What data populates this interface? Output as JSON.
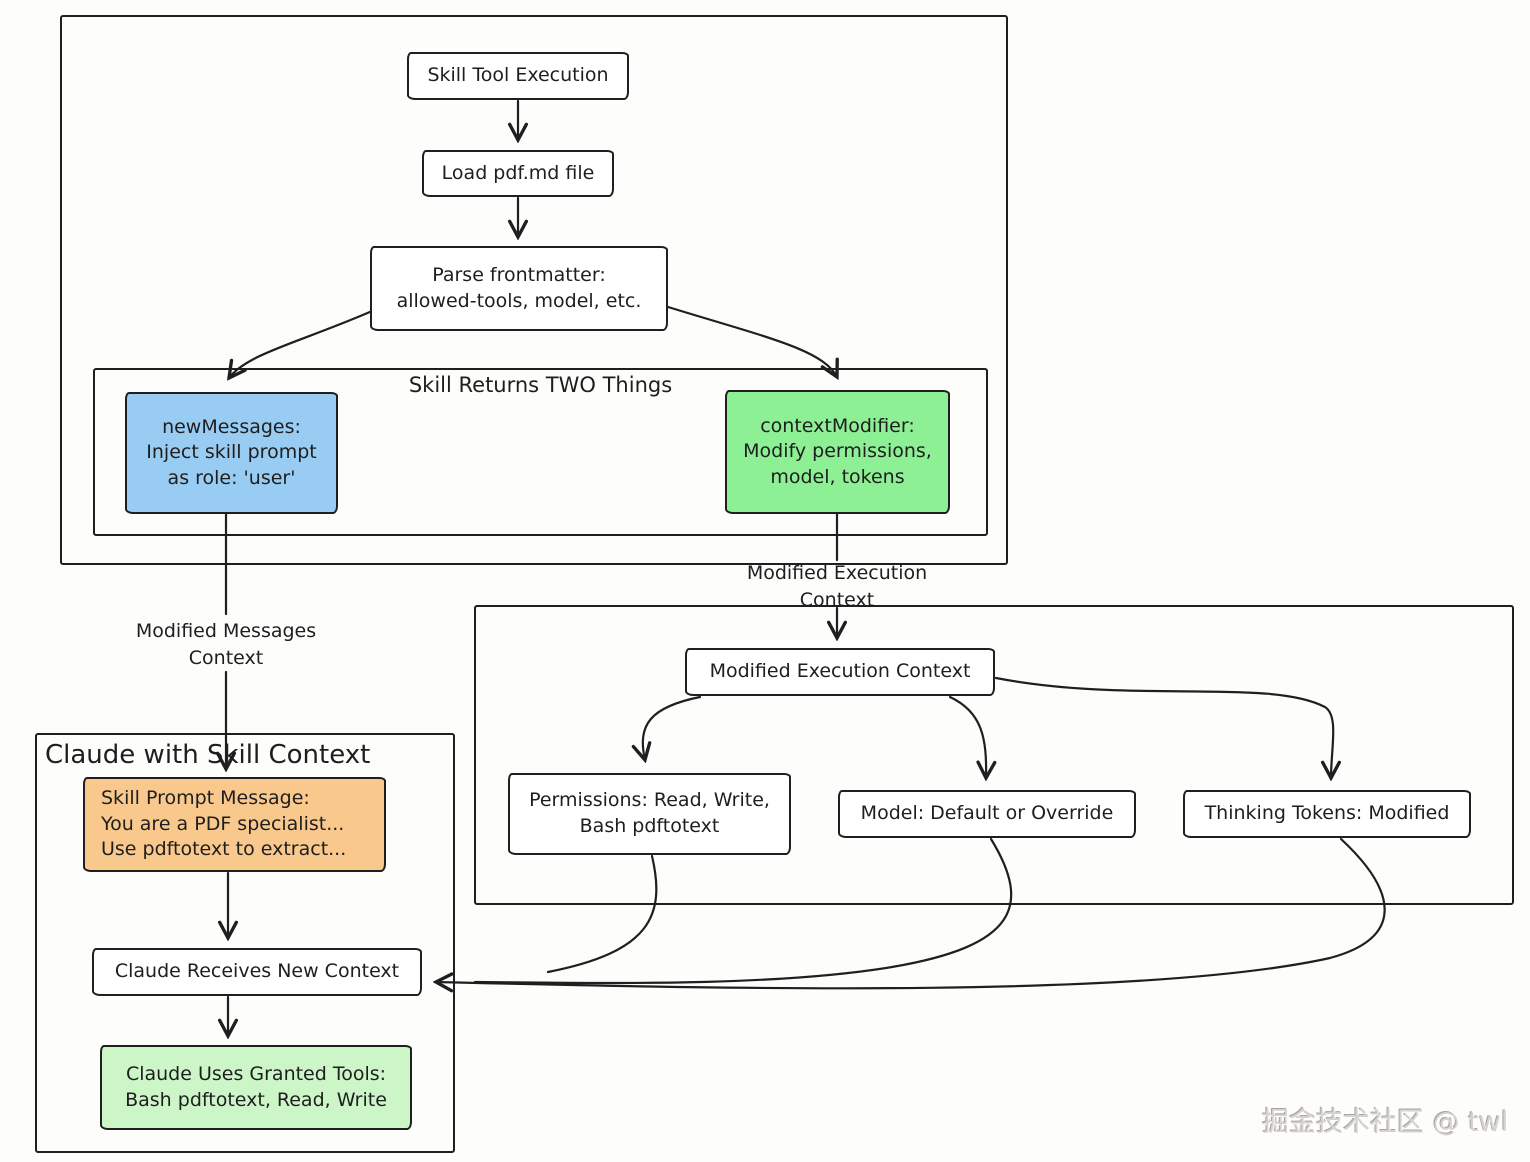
{
  "colors": {
    "blue": "#99ccf3",
    "green": "#8df095",
    "orange": "#f9c88d",
    "pale_green": "#ccf6c8",
    "stroke": "#1f1f1f"
  },
  "top_section": {
    "skill_tool_execution": "Skill Tool Execution",
    "load_pdf": "Load pdf.md file",
    "parse_frontmatter": "Parse frontmatter:\nallowed-tools, model, etc.",
    "skill_returns": {
      "title": "Skill Returns TWO Things",
      "new_messages": "newMessages:\nInject skill prompt\nas role: 'user'",
      "context_modifier": "contextModifier:\nModify permissions,\nmodel, tokens"
    }
  },
  "edge_labels": {
    "modified_messages": "Modified Messages\nContext",
    "modified_execution": "Modified Execution\nContext"
  },
  "execution_section": {
    "modified_execution_context": "Modified Execution Context",
    "permissions": "Permissions: Read, Write,\nBash pdftotext",
    "model": "Model: Default or Override",
    "thinking_tokens": "Thinking Tokens: Modified"
  },
  "claude_section": {
    "title": "Claude with Skill Context",
    "skill_prompt_message": "Skill Prompt Message:\nYou are a PDF specialist...\nUse pdftotext to extract...",
    "claude_receives": "Claude Receives New Context",
    "claude_tools": "Claude Uses Granted Tools:\nBash pdftotext, Read, Write"
  },
  "watermark": "掘金技术社区 @ twl"
}
